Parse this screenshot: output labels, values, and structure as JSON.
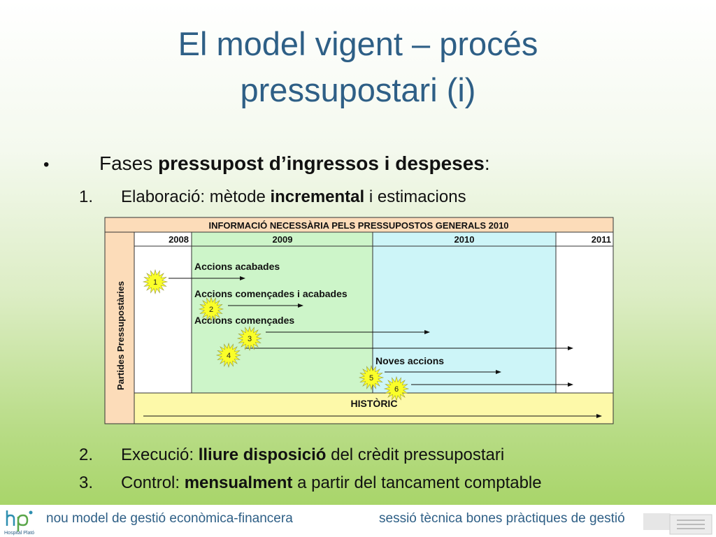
{
  "title": {
    "line1": "El model vigent – procés",
    "line2": "pressupostari (i)"
  },
  "bullet": {
    "marker": "•",
    "prefix": "Fases ",
    "bold": "pressupost d’ingressos i despeses",
    "suffix": ":"
  },
  "items": [
    {
      "num": "1.",
      "prefix": "Elaboració: mètode ",
      "bold": "incremental",
      "suffix": " i estimacions"
    },
    {
      "num": "2.",
      "prefix": "Execució: ",
      "bold": "lliure disposició",
      "suffix": " del crèdit pressupostari"
    },
    {
      "num": "3.",
      "prefix": "Control: ",
      "bold": "mensualment",
      "suffix": " a partir del tancament comptable"
    }
  ],
  "diagram": {
    "header": "INFORMACIÓ NECESSÀRIA PELS PRESSUPOSTOS GENERALS 2010",
    "years": [
      "2008",
      "2009",
      "2010",
      "2011"
    ],
    "side_label": "Partides Pressupostàries",
    "labels": {
      "acabades": "Accions acabades",
      "comencades_acabades": "Accions començades i acabades",
      "comencades": "Accions començades",
      "noves": "Noves accions"
    },
    "markers": [
      "1",
      "2",
      "3",
      "4",
      "5",
      "6"
    ],
    "historic": "HISTÒRIC",
    "colors": {
      "header": "#fcdcb9",
      "green": "#cdf5c9",
      "blue": "#cdf5f8",
      "historic": "#fdf9a9",
      "star": "#fafe29",
      "border": "#333333"
    }
  },
  "footer": {
    "logo_text": "Hospital Plató",
    "left": "nou model de gestió econòmica-financera",
    "right": "sessió tècnica bones pràctiques de gestió"
  }
}
